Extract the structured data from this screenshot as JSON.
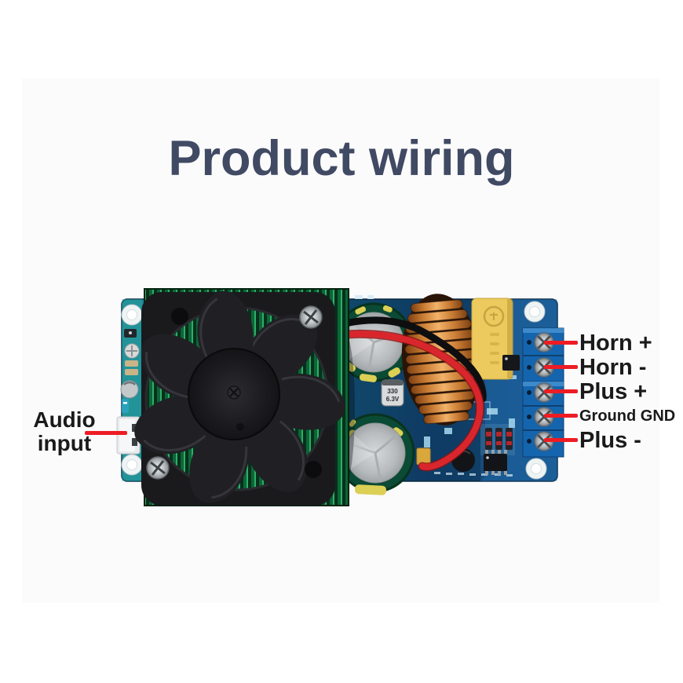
{
  "title": "Product wiring",
  "connections": {
    "audio_input": "Audio\ninput",
    "pins": [
      {
        "label": "Horn +"
      },
      {
        "label": "Horn -"
      },
      {
        "label": "Plus +"
      },
      {
        "label": "Ground GND"
      },
      {
        "label": "Plus -"
      }
    ]
  },
  "board_markings": {
    "smd_cap_line1": "330",
    "smd_cap_line2": "6.3V"
  },
  "colors": {
    "title_text": "#414a63",
    "label_text": "#1a1a1a",
    "leader_line": "#ed1c24",
    "pcb_teal": "#1d8a90",
    "pcb_blue": "#134e83",
    "terminal_blue": "#1565ae",
    "wire_red": "#d9262c",
    "wire_black": "#0e0e10",
    "inductor_copper": "#c87b33",
    "film_capacitor_yellow": "#ecca5e",
    "heatsink_green": "#0e6538"
  }
}
